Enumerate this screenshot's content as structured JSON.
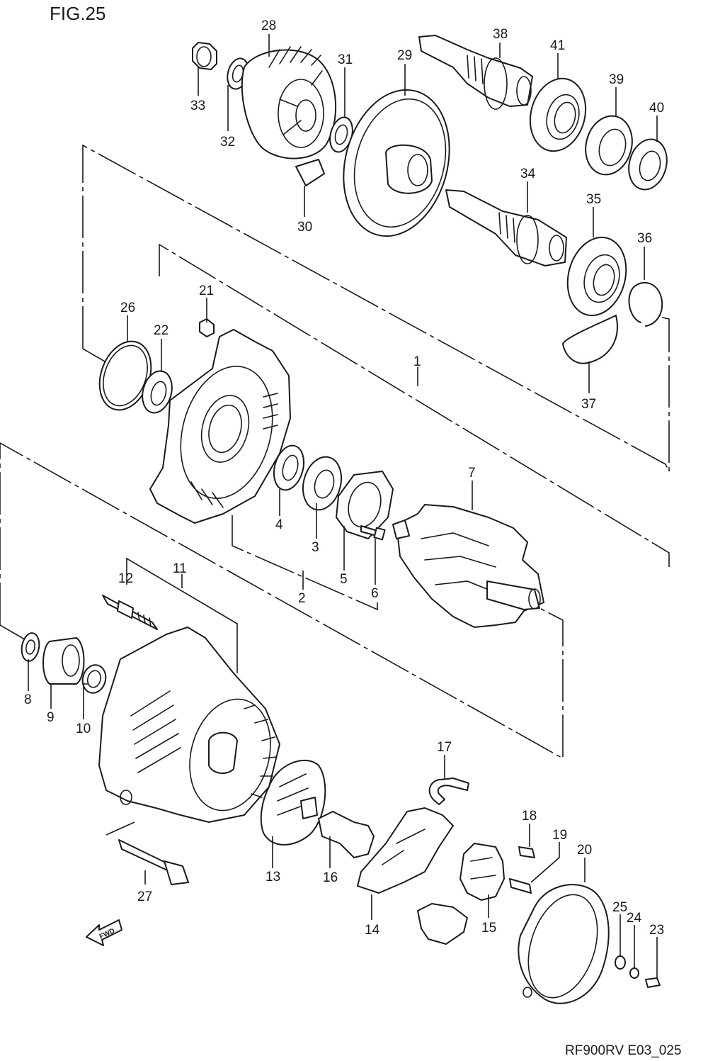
{
  "figure_title": "FIG.25",
  "drawing_code": "RF900RV E03_025",
  "fwd_label": "FWD",
  "callouts": [
    {
      "num": "1"
    },
    {
      "num": "2"
    },
    {
      "num": "3"
    },
    {
      "num": "4"
    },
    {
      "num": "5"
    },
    {
      "num": "6"
    },
    {
      "num": "7"
    },
    {
      "num": "8"
    },
    {
      "num": "9"
    },
    {
      "num": "10"
    },
    {
      "num": "11"
    },
    {
      "num": "12"
    },
    {
      "num": "13"
    },
    {
      "num": "14"
    },
    {
      "num": "15"
    },
    {
      "num": "16"
    },
    {
      "num": "17"
    },
    {
      "num": "18"
    },
    {
      "num": "19"
    },
    {
      "num": "20"
    },
    {
      "num": "21"
    },
    {
      "num": "22"
    },
    {
      "num": "23"
    },
    {
      "num": "24"
    },
    {
      "num": "25"
    },
    {
      "num": "26"
    },
    {
      "num": "27"
    },
    {
      "num": "28"
    },
    {
      "num": "29"
    },
    {
      "num": "30"
    },
    {
      "num": "31"
    },
    {
      "num": "32"
    },
    {
      "num": "33"
    },
    {
      "num": "34"
    },
    {
      "num": "35"
    },
    {
      "num": "36"
    },
    {
      "num": "37"
    },
    {
      "num": "38"
    },
    {
      "num": "39"
    },
    {
      "num": "40"
    },
    {
      "num": "41"
    }
  ]
}
